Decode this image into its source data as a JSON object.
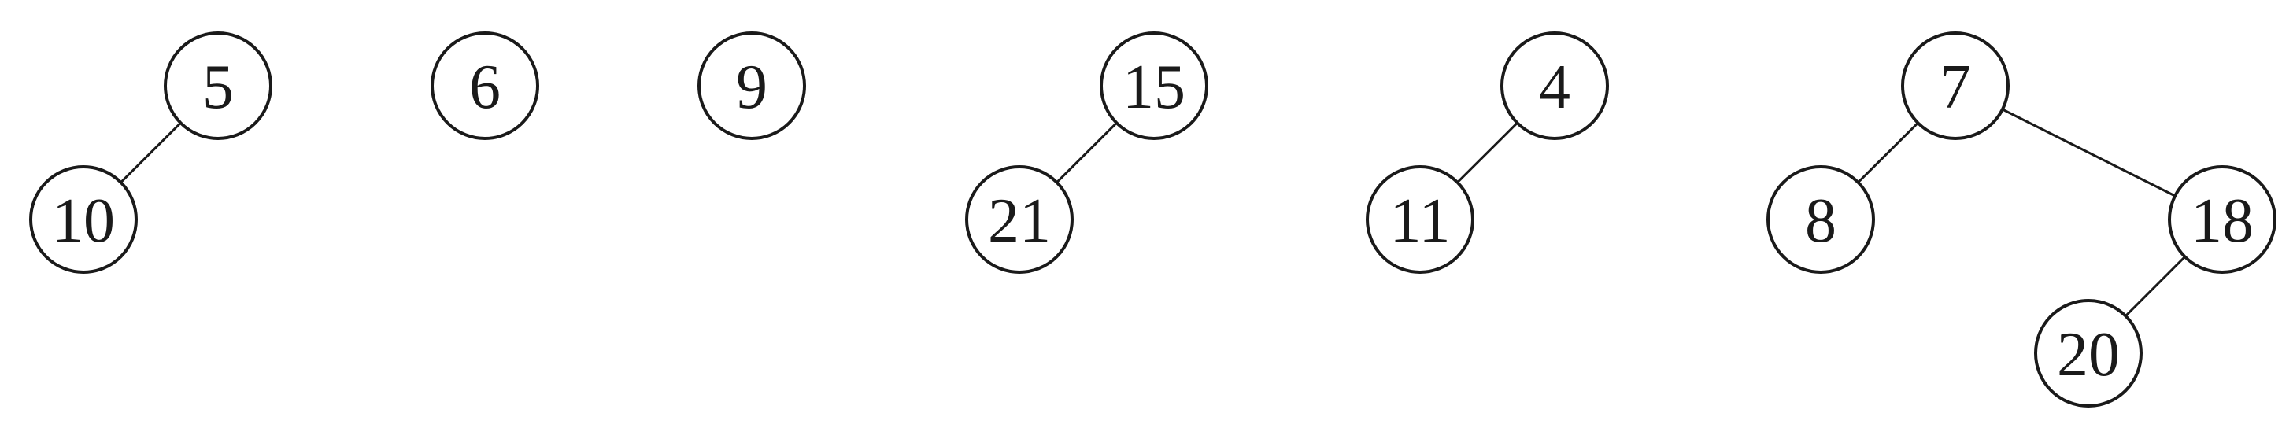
{
  "diagram": {
    "trees": [
      {
        "nodes": [
          {
            "id": "n5",
            "label": "5"
          },
          {
            "id": "n10",
            "label": "10"
          }
        ],
        "edges": [
          [
            "n5",
            "n10"
          ]
        ]
      },
      {
        "nodes": [
          {
            "id": "n6",
            "label": "6"
          }
        ],
        "edges": []
      },
      {
        "nodes": [
          {
            "id": "n9",
            "label": "9"
          }
        ],
        "edges": []
      },
      {
        "nodes": [
          {
            "id": "n15",
            "label": "15"
          },
          {
            "id": "n21",
            "label": "21"
          }
        ],
        "edges": [
          [
            "n15",
            "n21"
          ]
        ]
      },
      {
        "nodes": [
          {
            "id": "n4",
            "label": "4"
          },
          {
            "id": "n11",
            "label": "11"
          }
        ],
        "edges": [
          [
            "n4",
            "n11"
          ]
        ]
      },
      {
        "nodes": [
          {
            "id": "n7",
            "label": "7"
          },
          {
            "id": "n8",
            "label": "8"
          },
          {
            "id": "n18",
            "label": "18"
          },
          {
            "id": "n20",
            "label": "20"
          }
        ],
        "edges": [
          [
            "n7",
            "n8"
          ],
          [
            "n7",
            "n18"
          ],
          [
            "n18",
            "n20"
          ]
        ]
      }
    ]
  }
}
